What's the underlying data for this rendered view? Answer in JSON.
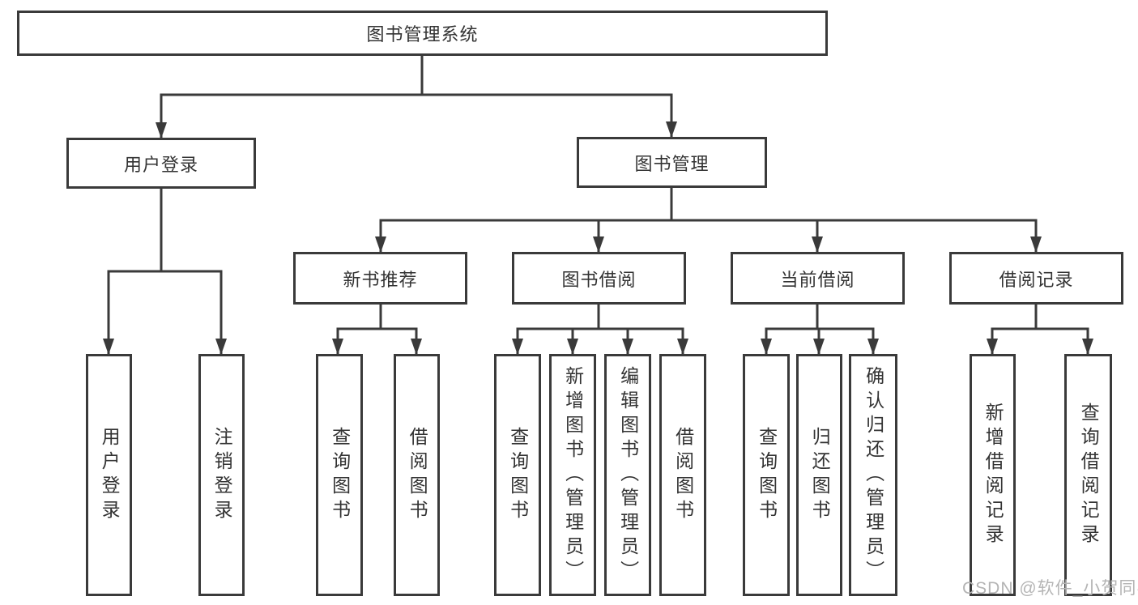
{
  "diagram": {
    "root": {
      "label": "图书管理系统",
      "children": [
        {
          "label": "用户登录",
          "children": [
            {
              "label": "用户登录"
            },
            {
              "label": "注销登录"
            }
          ]
        },
        {
          "label": "图书管理",
          "children": [
            {
              "label": "新书推荐",
              "children": [
                {
                  "label": "查询图书"
                },
                {
                  "label": "借阅图书"
                }
              ]
            },
            {
              "label": "图书借阅",
              "children": [
                {
                  "label": "查询图书"
                },
                {
                  "label": "新增图书（管理员）"
                },
                {
                  "label": "编辑图书（管理员）"
                },
                {
                  "label": "借阅图书"
                }
              ]
            },
            {
              "label": "当前借阅",
              "children": [
                {
                  "label": "查询图书"
                },
                {
                  "label": "归还图书"
                },
                {
                  "label": "确认归还（管理员）"
                }
              ]
            },
            {
              "label": "借阅记录",
              "children": [
                {
                  "label": "新增借阅记录"
                },
                {
                  "label": "查询借阅记录"
                }
              ]
            }
          ]
        }
      ]
    }
  },
  "watermark": {
    "text": "CSDN @软件_小贺同学"
  },
  "colors": {
    "line": "#3a3a3a",
    "text": "#333333",
    "background": "#ffffff",
    "watermark": "#b4b4b4"
  }
}
